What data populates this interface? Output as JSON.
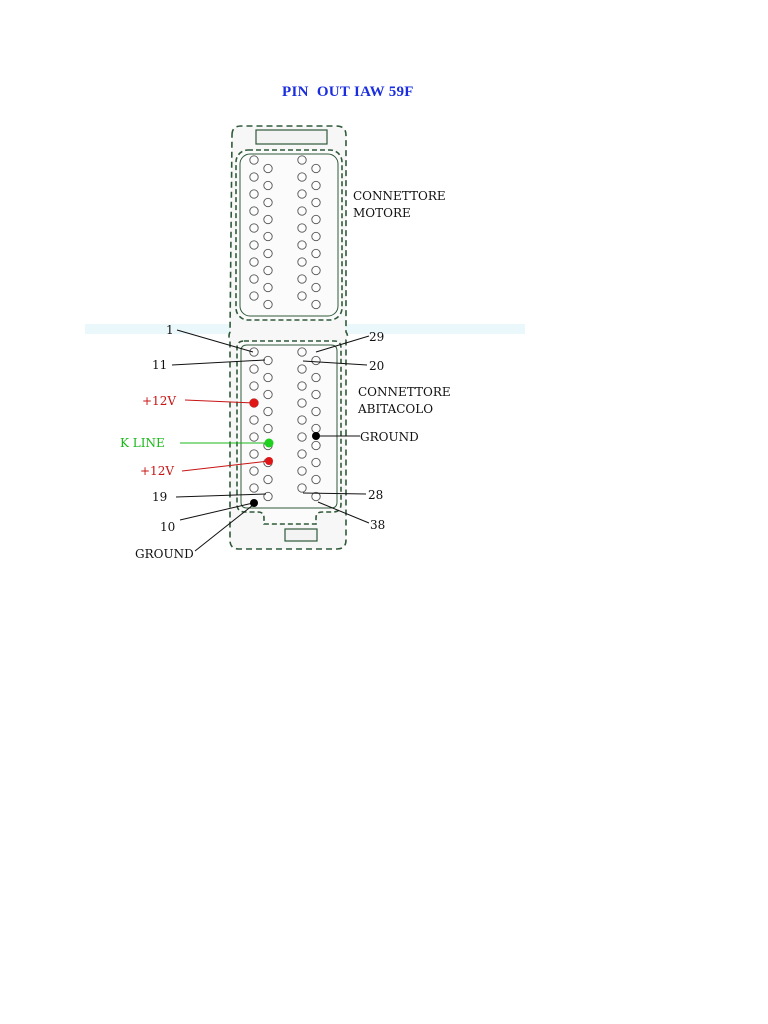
{
  "title": "PIN  OUT IAW 59F",
  "connectors": {
    "motore": "CONNETTORE\nMOTORE",
    "abitacolo": "CONNETTORE\nABITACOLO"
  },
  "pin_labels": {
    "p1": "1",
    "p11": "11",
    "p19": "19",
    "p10": "10",
    "p29": "29",
    "p20": "20",
    "p28": "28",
    "p38": "38"
  },
  "signals": {
    "plus12v_a": "+12V",
    "kline": "K LINE",
    "plus12v_b": "+12V",
    "ground_right": "GROUND",
    "ground_left": "GROUND"
  },
  "colors": {
    "title": "#1a2ee0",
    "power": "#e01515",
    "kline": "#1fd01f",
    "ground": "#000000",
    "outline": "#2f5a3a",
    "band": "#cdeef7"
  }
}
